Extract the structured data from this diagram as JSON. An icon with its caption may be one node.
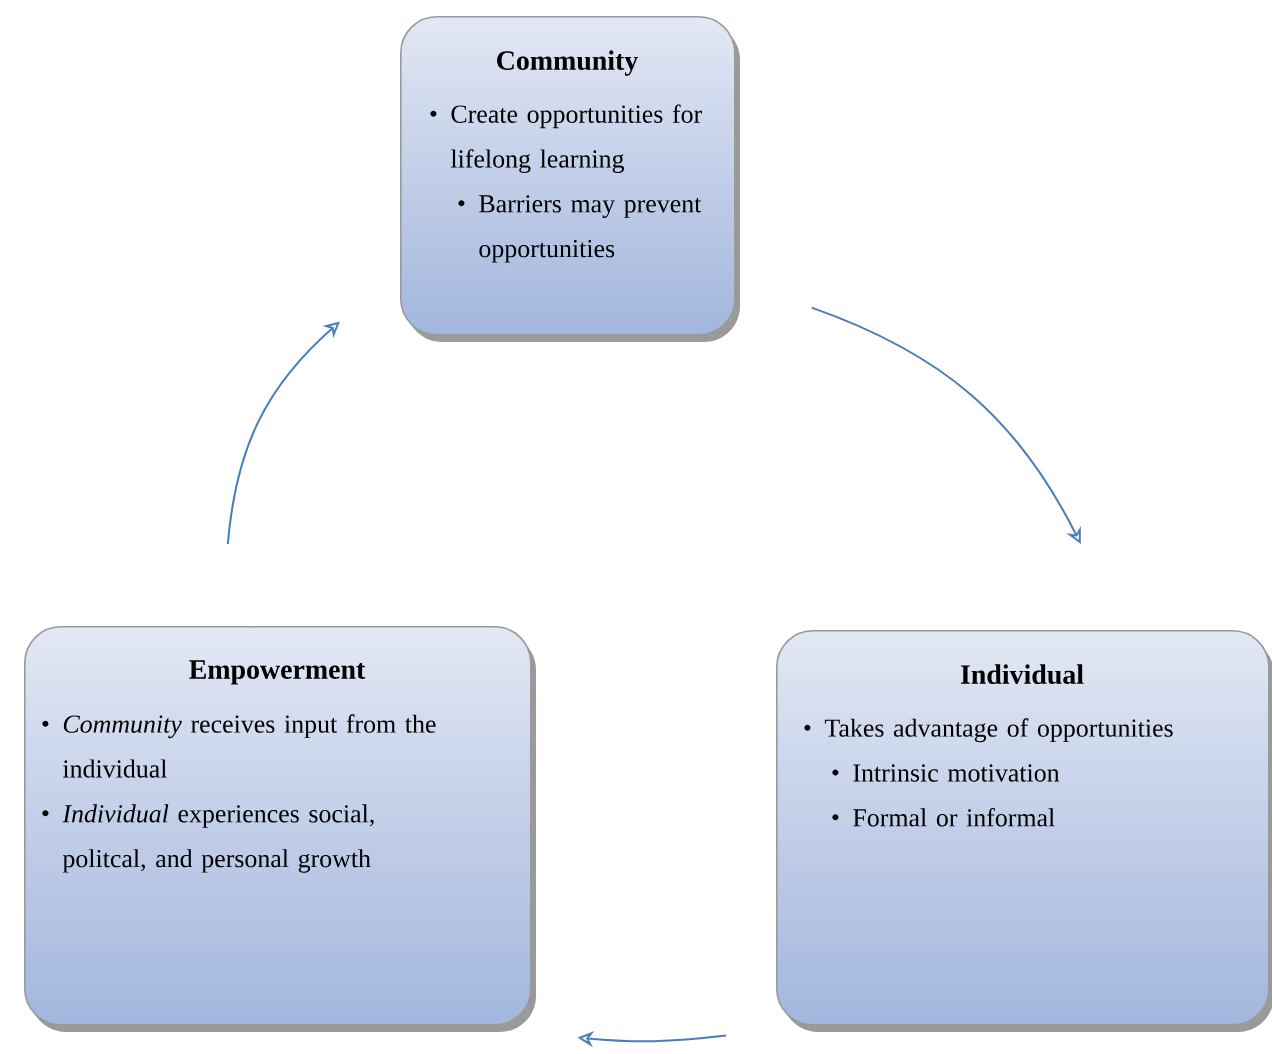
{
  "diagram": {
    "nodes": [
      {
        "text": [
          "Community",
          "Create opportunities for lifelong learning",
          "Barriers may prevent opportunities"
        ]
      },
      {
        "text": [
          "Individual",
          "Takes advantage of opportunities",
          "Intrinsic motivation",
          "Formal or informal"
        ]
      },
      {
        "text": [
          "Empowerment",
          "*Community* receives input from the individual",
          "*Individual* experiences social, politcal, and personal growth"
        ]
      }
    ],
    "edges": [
      {
        "from": 0,
        "to": 1,
        "arrow": "to"
      },
      {
        "from": 1,
        "to": 2,
        "arrow": "to"
      },
      {
        "from": 2,
        "to": 0,
        "arrow": "to"
      }
    ]
  }
}
